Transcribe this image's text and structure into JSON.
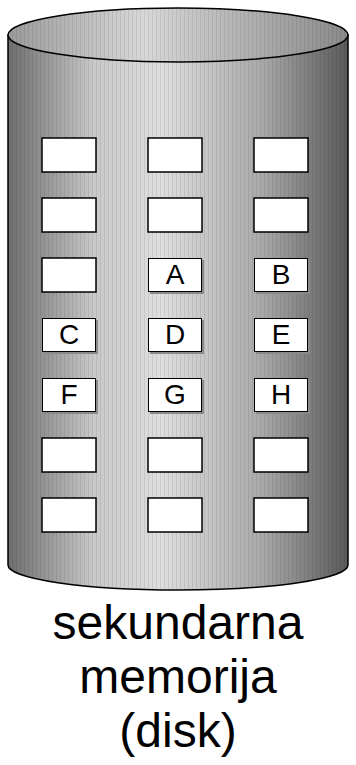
{
  "diagram": {
    "caption": "sekundarna memorija (disk)",
    "nodes": [
      {
        "text": [
          "A"
        ]
      },
      {
        "text": [
          "B"
        ]
      },
      {
        "text": [
          "C"
        ]
      },
      {
        "text": [
          "D"
        ]
      },
      {
        "text": [
          "E"
        ]
      },
      {
        "text": [
          "F"
        ]
      },
      {
        "text": [
          "G"
        ]
      },
      {
        "text": [
          "H"
        ]
      }
    ]
  }
}
